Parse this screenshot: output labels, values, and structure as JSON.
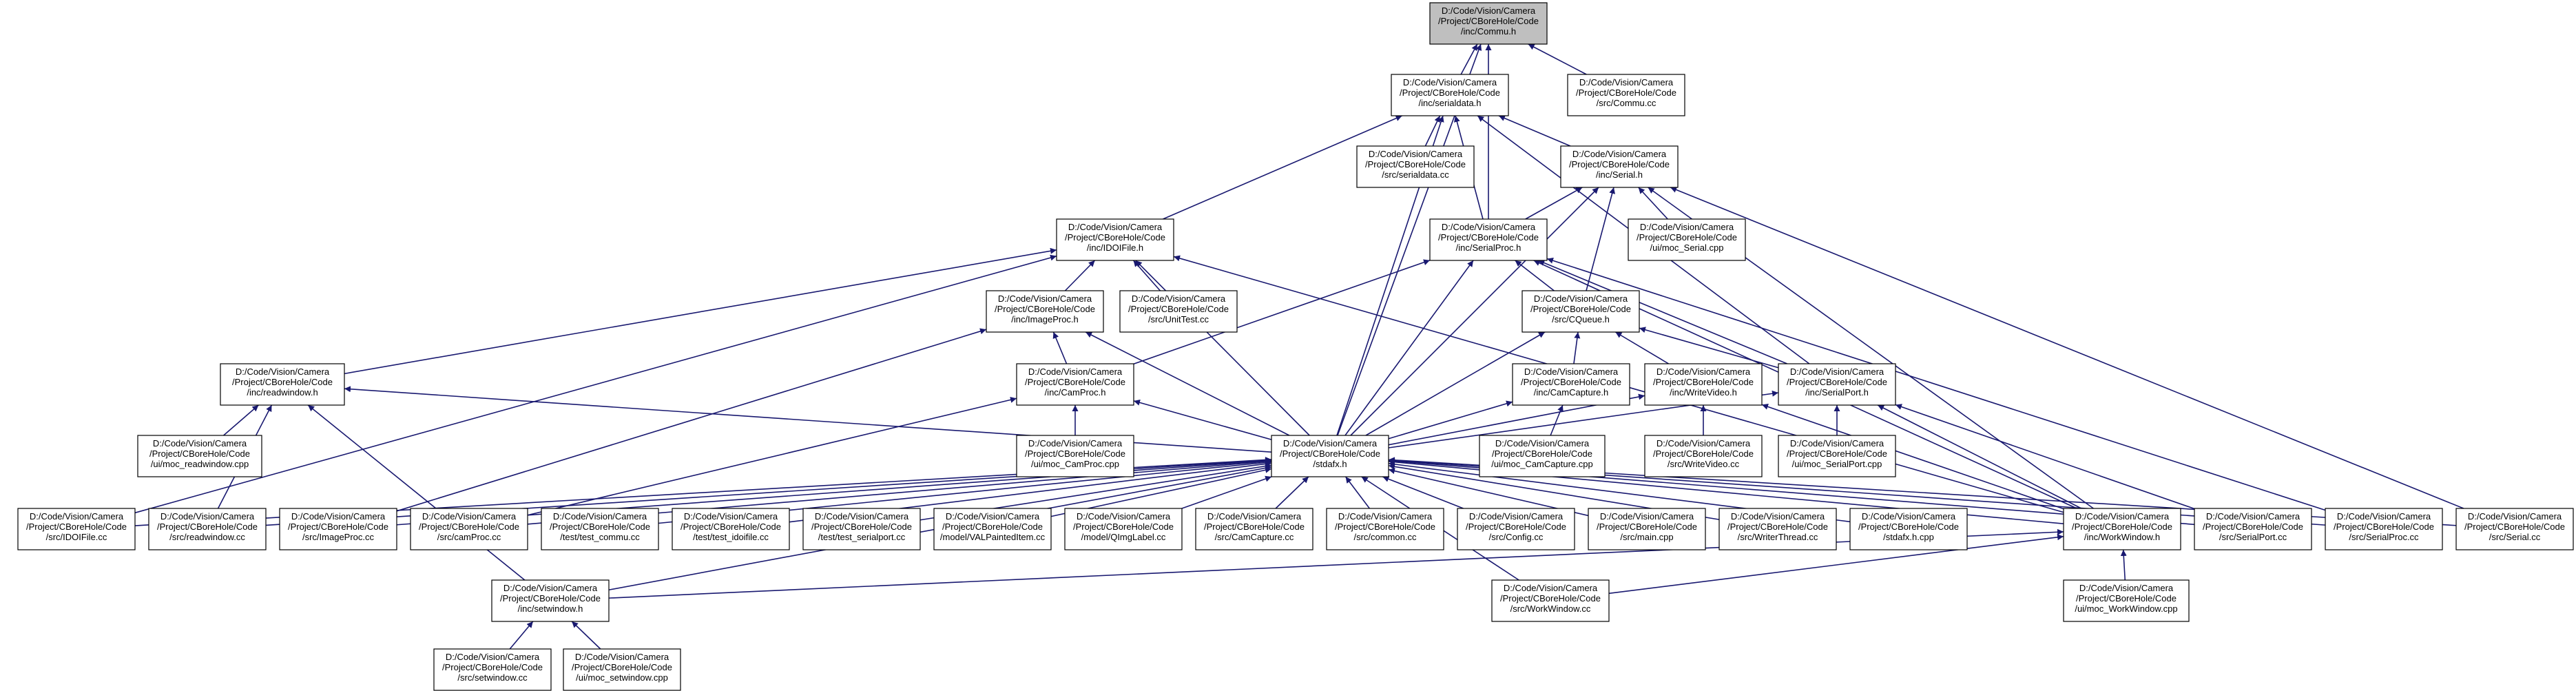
{
  "graph": {
    "title": "",
    "edge_color": "#191970",
    "highlight_fill": "#bfbfbf",
    "nodes": [
      {
        "id": "commu_h",
        "lines": [
          "D:/Code/Vision/Camera",
          "/Project/CBoreHole/Code",
          "/inc/Commu.h"
        ],
        "highlight": true
      },
      {
        "id": "serialdata_h",
        "lines": [
          "D:/Code/Vision/Camera",
          "/Project/CBoreHole/Code",
          "/inc/serialdata.h"
        ]
      },
      {
        "id": "commu_cc",
        "lines": [
          "D:/Code/Vision/Camera",
          "/Project/CBoreHole/Code",
          "/src/Commu.cc"
        ]
      },
      {
        "id": "serialdata_cc",
        "lines": [
          "D:/Code/Vision/Camera",
          "/Project/CBoreHole/Code",
          "/src/serialdata.cc"
        ]
      },
      {
        "id": "serial_h",
        "lines": [
          "D:/Code/Vision/Camera",
          "/Project/CBoreHole/Code",
          "/inc/Serial.h"
        ]
      },
      {
        "id": "idoifile_h",
        "lines": [
          "D:/Code/Vision/Camera",
          "/Project/CBoreHole/Code",
          "/inc/IDOIFile.h"
        ]
      },
      {
        "id": "serialproc_h",
        "lines": [
          "D:/Code/Vision/Camera",
          "/Project/CBoreHole/Code",
          "/inc/SerialProc.h"
        ]
      },
      {
        "id": "moc_serial",
        "lines": [
          "D:/Code/Vision/Camera",
          "/Project/CBoreHole/Code",
          "/ui/moc_Serial.cpp"
        ]
      },
      {
        "id": "imageproc_h",
        "lines": [
          "D:/Code/Vision/Camera",
          "/Project/CBoreHole/Code",
          "/inc/ImageProc.h"
        ]
      },
      {
        "id": "unittest_cc",
        "lines": [
          "D:/Code/Vision/Camera",
          "/Project/CBoreHole/Code",
          "/src/UnitTest.cc"
        ]
      },
      {
        "id": "cqueue_h",
        "lines": [
          "D:/Code/Vision/Camera",
          "/Project/CBoreHole/Code",
          "/src/CQueue.h"
        ]
      },
      {
        "id": "readwindow_h",
        "lines": [
          "D:/Code/Vision/Camera",
          "/Project/CBoreHole/Code",
          "/inc/readwindow.h"
        ]
      },
      {
        "id": "camproc_h",
        "lines": [
          "D:/Code/Vision/Camera",
          "/Project/CBoreHole/Code",
          "/inc/CamProc.h"
        ]
      },
      {
        "id": "camcapture_h",
        "lines": [
          "D:/Code/Vision/Camera",
          "/Project/CBoreHole/Code",
          "/inc/CamCapture.h"
        ]
      },
      {
        "id": "writevideo_h",
        "lines": [
          "D:/Code/Vision/Camera",
          "/Project/CBoreHole/Code",
          "/inc/WriteVideo.h"
        ]
      },
      {
        "id": "serialport_h",
        "lines": [
          "D:/Code/Vision/Camera",
          "/Project/CBoreHole/Code",
          "/inc/SerialPort.h"
        ]
      },
      {
        "id": "moc_readwindow",
        "lines": [
          "D:/Code/Vision/Camera",
          "/Project/CBoreHole/Code",
          "/ui/moc_readwindow.cpp"
        ]
      },
      {
        "id": "moc_camproc",
        "lines": [
          "D:/Code/Vision/Camera",
          "/Project/CBoreHole/Code",
          "/ui/moc_CamProc.cpp"
        ]
      },
      {
        "id": "stdafx_h",
        "lines": [
          "D:/Code/Vision/Camera",
          "/Project/CBoreHole/Code",
          "/stdafx.h"
        ]
      },
      {
        "id": "moc_camcapture",
        "lines": [
          "D:/Code/Vision/Camera",
          "/Project/CBoreHole/Code",
          "/ui/moc_CamCapture.cpp"
        ]
      },
      {
        "id": "writevideo_cc",
        "lines": [
          "D:/Code/Vision/Camera",
          "/Project/CBoreHole/Code",
          "/src/WriteVideo.cc"
        ]
      },
      {
        "id": "moc_serialport",
        "lines": [
          "D:/Code/Vision/Camera",
          "/Project/CBoreHole/Code",
          "/ui/moc_SerialPort.cpp"
        ]
      },
      {
        "id": "idoifile_cc",
        "lines": [
          "D:/Code/Vision/Camera",
          "/Project/CBoreHole/Code",
          "/src/IDOIFile.cc"
        ]
      },
      {
        "id": "readwindow_cc",
        "lines": [
          "D:/Code/Vision/Camera",
          "/Project/CBoreHole/Code",
          "/src/readwindow.cc"
        ]
      },
      {
        "id": "imageproc_cc",
        "lines": [
          "D:/Code/Vision/Camera",
          "/Project/CBoreHole/Code",
          "/src/ImageProc.cc"
        ]
      },
      {
        "id": "camproc_cc",
        "lines": [
          "D:/Code/Vision/Camera",
          "/Project/CBoreHole/Code",
          "/src/camProc.cc"
        ]
      },
      {
        "id": "test_commu",
        "lines": [
          "D:/Code/Vision/Camera",
          "/Project/CBoreHole/Code",
          "/test/test_commu.cc"
        ]
      },
      {
        "id": "test_idoifile",
        "lines": [
          "D:/Code/Vision/Camera",
          "/Project/CBoreHole/Code",
          "/test/test_idoifile.cc"
        ]
      },
      {
        "id": "test_serialport",
        "lines": [
          "D:/Code/Vision/Camera",
          "/Project/CBoreHole/Code",
          "/test/test_serialport.cc"
        ]
      },
      {
        "id": "valpainteditem",
        "lines": [
          "D:/Code/Vision/Camera",
          "/Project/CBoreHole/Code",
          "/model/VALPaintedItem.cc"
        ]
      },
      {
        "id": "qimglabel",
        "lines": [
          "D:/Code/Vision/Camera",
          "/Project/CBoreHole/Code",
          "/model/QImgLabel.cc"
        ]
      },
      {
        "id": "camcapture_cc",
        "lines": [
          "D:/Code/Vision/Camera",
          "/Project/CBoreHole/Code",
          "/src/CamCapture.cc"
        ]
      },
      {
        "id": "common_cc",
        "lines": [
          "D:/Code/Vision/Camera",
          "/Project/CBoreHole/Code",
          "/src/common.cc"
        ]
      },
      {
        "id": "config_cc",
        "lines": [
          "D:/Code/Vision/Camera",
          "/Project/CBoreHole/Code",
          "/src/Config.cc"
        ]
      },
      {
        "id": "main_cpp",
        "lines": [
          "D:/Code/Vision/Camera",
          "/Project/CBoreHole/Code",
          "/src/main.cpp"
        ]
      },
      {
        "id": "writerthread_cc",
        "lines": [
          "D:/Code/Vision/Camera",
          "/Project/CBoreHole/Code",
          "/src/WriterThread.cc"
        ]
      },
      {
        "id": "stdafx_cpp",
        "lines": [
          "D:/Code/Vision/Camera",
          "/Project/CBoreHole/Code",
          "/stdafx.h.cpp"
        ]
      },
      {
        "id": "workwindow_h",
        "lines": [
          "D:/Code/Vision/Camera",
          "/Project/CBoreHole/Code",
          "/inc/WorkWindow.h"
        ]
      },
      {
        "id": "serialport_cc",
        "lines": [
          "D:/Code/Vision/Camera",
          "/Project/CBoreHole/Code",
          "/src/SerialPort.cc"
        ]
      },
      {
        "id": "serialproc_cc",
        "lines": [
          "D:/Code/Vision/Camera",
          "/Project/CBoreHole/Code",
          "/src/SerialProc.cc"
        ]
      },
      {
        "id": "serial_cc",
        "lines": [
          "D:/Code/Vision/Camera",
          "/Project/CBoreHole/Code",
          "/src/Serial.cc"
        ]
      },
      {
        "id": "setwindow_h",
        "lines": [
          "D:/Code/Vision/Camera",
          "/Project/CBoreHole/Code",
          "/inc/setwindow.h"
        ]
      },
      {
        "id": "workwindow_cc",
        "lines": [
          "D:/Code/Vision/Camera",
          "/Project/CBoreHole/Code",
          "/src/WorkWindow.cc"
        ]
      },
      {
        "id": "moc_workwindow",
        "lines": [
          "D:/Code/Vision/Camera",
          "/Project/CBoreHole/Code",
          "/ui/moc_WorkWindow.cpp"
        ]
      },
      {
        "id": "setwindow_cc",
        "lines": [
          "D:/Code/Vision/Camera",
          "/Project/CBoreHole/Code",
          "/src/setwindow.cc"
        ]
      },
      {
        "id": "moc_setwindow",
        "lines": [
          "D:/Code/Vision/Camera",
          "/Project/CBoreHole/Code",
          "/ui/moc_setwindow.cpp"
        ]
      }
    ],
    "edges": [
      [
        "serialdata_h",
        "commu_h"
      ],
      [
        "commu_cc",
        "commu_h"
      ],
      [
        "serialproc_h",
        "commu_h"
      ],
      [
        "stdafx_h",
        "commu_h"
      ],
      [
        "idoifile_h",
        "serialdata_h"
      ],
      [
        "serialdata_cc",
        "serialdata_h"
      ],
      [
        "serial_h",
        "serialdata_h"
      ],
      [
        "serialproc_h",
        "serialdata_h"
      ],
      [
        "serialport_h",
        "serialdata_h"
      ],
      [
        "stdafx_h",
        "serialdata_h"
      ],
      [
        "serialproc_h",
        "serial_h"
      ],
      [
        "cqueue_h",
        "serial_h"
      ],
      [
        "moc_serial",
        "serial_h"
      ],
      [
        "stdafx_h",
        "serial_h"
      ],
      [
        "workwindow_h",
        "serial_h"
      ],
      [
        "serial_cc",
        "serial_h"
      ],
      [
        "imageproc_h",
        "idoifile_h"
      ],
      [
        "unittest_cc",
        "idoifile_h"
      ],
      [
        "readwindow_h",
        "idoifile_h"
      ],
      [
        "idoifile_cc",
        "idoifile_h"
      ],
      [
        "stdafx_h",
        "idoifile_h"
      ],
      [
        "workwindow_h",
        "idoifile_h"
      ],
      [
        "cqueue_h",
        "serialproc_h"
      ],
      [
        "camproc_h",
        "serialproc_h"
      ],
      [
        "serialport_h",
        "serialproc_h"
      ],
      [
        "stdafx_h",
        "serialproc_h"
      ],
      [
        "serialproc_cc",
        "serialproc_h"
      ],
      [
        "workwindow_h",
        "serialproc_h"
      ],
      [
        "camproc_h",
        "imageproc_h"
      ],
      [
        "imageproc_cc",
        "imageproc_h"
      ],
      [
        "stdafx_h",
        "imageproc_h"
      ],
      [
        "camcapture_h",
        "cqueue_h"
      ],
      [
        "writevideo_h",
        "cqueue_h"
      ],
      [
        "serialport_h",
        "cqueue_h"
      ],
      [
        "stdafx_h",
        "cqueue_h"
      ],
      [
        "moc_readwindow",
        "readwindow_h"
      ],
      [
        "readwindow_cc",
        "readwindow_h"
      ],
      [
        "stdafx_h",
        "readwindow_h"
      ],
      [
        "setwindow_h",
        "readwindow_h"
      ],
      [
        "moc_camproc",
        "camproc_h"
      ],
      [
        "stdafx_h",
        "camproc_h"
      ],
      [
        "camproc_cc",
        "camproc_h"
      ],
      [
        "moc_camcapture",
        "camcapture_h"
      ],
      [
        "stdafx_h",
        "camcapture_h"
      ],
      [
        "writevideo_cc",
        "writevideo_h"
      ],
      [
        "stdafx_h",
        "writevideo_h"
      ],
      [
        "workwindow_h",
        "writevideo_h"
      ],
      [
        "moc_serialport",
        "serialport_h"
      ],
      [
        "stdafx_h",
        "serialport_h"
      ],
      [
        "serialport_cc",
        "serialport_h"
      ],
      [
        "workwindow_h",
        "serialport_h"
      ],
      [
        "idoifile_cc",
        "stdafx_h"
      ],
      [
        "readwindow_cc",
        "stdafx_h"
      ],
      [
        "imageproc_cc",
        "stdafx_h"
      ],
      [
        "camproc_cc",
        "stdafx_h"
      ],
      [
        "test_commu",
        "stdafx_h"
      ],
      [
        "test_idoifile",
        "stdafx_h"
      ],
      [
        "test_serialport",
        "stdafx_h"
      ],
      [
        "valpainteditem",
        "stdafx_h"
      ],
      [
        "qimglabel",
        "stdafx_h"
      ],
      [
        "camcapture_cc",
        "stdafx_h"
      ],
      [
        "common_cc",
        "stdafx_h"
      ],
      [
        "config_cc",
        "stdafx_h"
      ],
      [
        "main_cpp",
        "stdafx_h"
      ],
      [
        "writerthread_cc",
        "stdafx_h"
      ],
      [
        "stdafx_cpp",
        "stdafx_h"
      ],
      [
        "workwindow_h",
        "stdafx_h"
      ],
      [
        "serialport_cc",
        "stdafx_h"
      ],
      [
        "serialproc_cc",
        "stdafx_h"
      ],
      [
        "serial_cc",
        "stdafx_h"
      ],
      [
        "setwindow_h",
        "stdafx_h"
      ],
      [
        "workwindow_cc",
        "stdafx_h"
      ],
      [
        "setwindow_h",
        "workwindow_h"
      ],
      [
        "workwindow_cc",
        "workwindow_h"
      ],
      [
        "moc_workwindow",
        "workwindow_h"
      ],
      [
        "setwindow_cc",
        "setwindow_h"
      ],
      [
        "moc_setwindow",
        "setwindow_h"
      ]
    ]
  }
}
